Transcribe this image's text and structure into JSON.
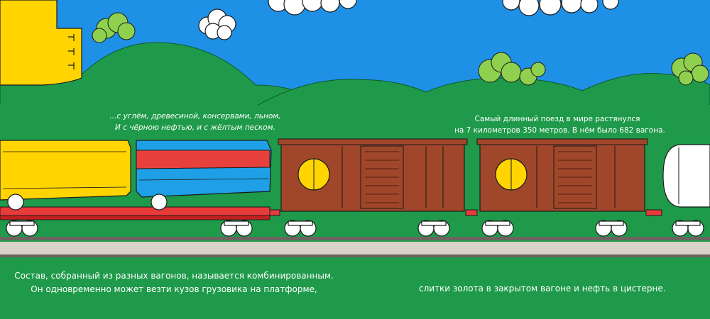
{
  "texts": {
    "cargo_caption": {
      "line1": "...с углём, древесиной, консервами, льном,",
      "line2": "И с чёрною нефтью, и с жёлтым песком."
    },
    "record_fact": {
      "line1": "Самый длинный поезд в мире растянулся",
      "line2": "на 7 километров 350 метров. В нём было 682 вагона."
    },
    "mixed_train": {
      "line1": "Состав, собранный из разных вагонов, называется комбинированным.",
      "line2": "Он одновременно может везти кузов грузовика на платформе,"
    },
    "gold_and_oil": {
      "line1": "слитки золота в закрытом вагоне и нефть в цистерне."
    }
  },
  "colors": {
    "sky": "#1e90e6",
    "hills": "#1f9a4a",
    "hill_outline": "#0f5a28",
    "boxcar": "#a0472b",
    "boxcar_dark": "#6e2b18",
    "yellow": "#ffd400",
    "flatcar_deck": "#e83b3b",
    "truck_body_red": "#e8413d",
    "truck_body_blue": "#1f9fe6",
    "rail": "#6b6560",
    "ballast": "#d8d2c8"
  }
}
